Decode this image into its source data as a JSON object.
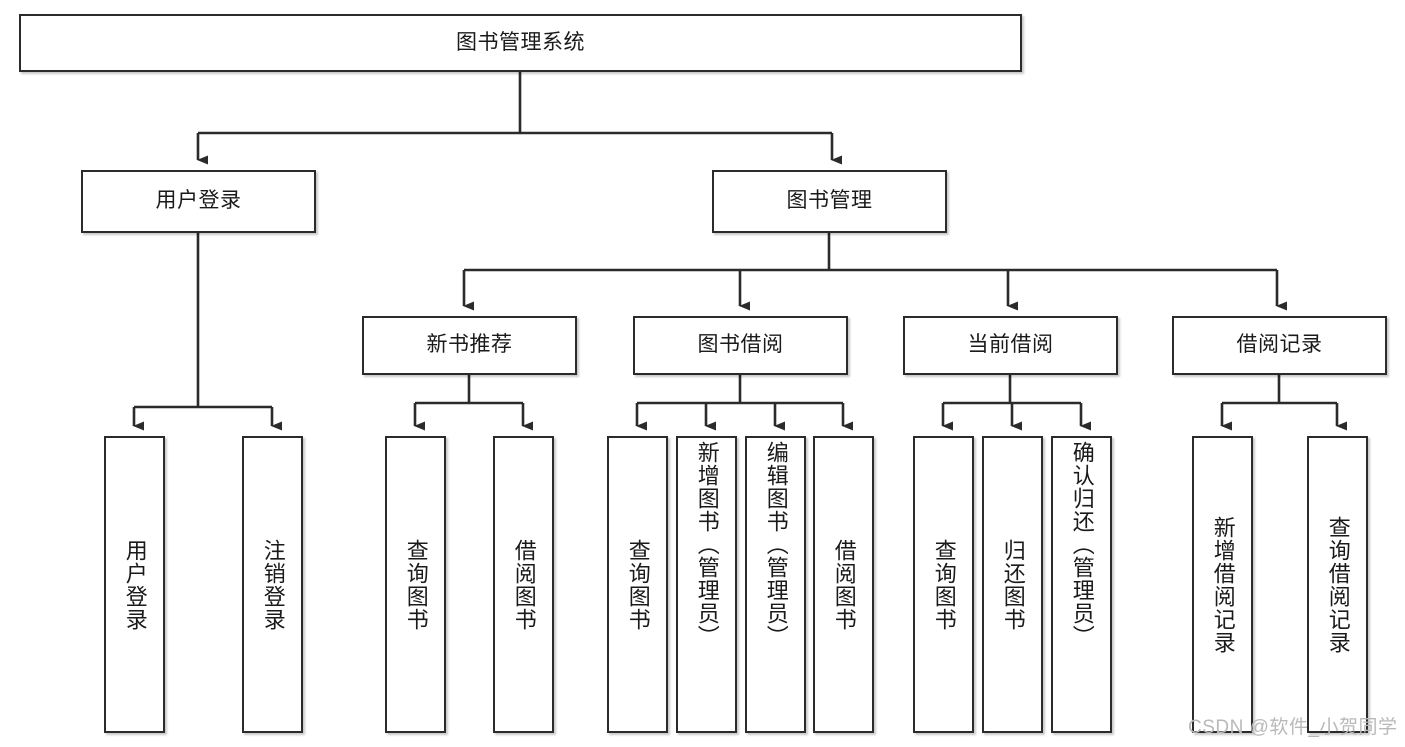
{
  "diagram": {
    "title": "图书管理系统",
    "type": "tree-hierarchy-functional-structure",
    "root": {
      "id": "root",
      "label": "图书管理系统"
    },
    "level2": [
      {
        "id": "user-login",
        "label": "用户登录"
      },
      {
        "id": "book-management",
        "label": "图书管理"
      }
    ],
    "level3": [
      {
        "id": "new-book-recommend",
        "label": "新书推荐",
        "parent": "book-management"
      },
      {
        "id": "book-borrow",
        "label": "图书借阅",
        "parent": "book-management"
      },
      {
        "id": "current-borrow",
        "label": "当前借阅",
        "parent": "book-management"
      },
      {
        "id": "borrow-record",
        "label": "借阅记录",
        "parent": "book-management"
      }
    ],
    "leaves": {
      "user_login": [
        {
          "id": "leaf-user-login",
          "label": "用户登录"
        },
        {
          "id": "leaf-logout-login",
          "label": "注销登录"
        }
      ],
      "new_book_recommend": [
        {
          "id": "leaf-query-book-1",
          "label": "查询图书"
        },
        {
          "id": "leaf-borrow-book-1",
          "label": "借阅图书"
        }
      ],
      "book_borrow": [
        {
          "id": "leaf-query-book-2",
          "label": "查询图书"
        },
        {
          "id": "leaf-add-book",
          "label": "新增图书（管理员）"
        },
        {
          "id": "leaf-edit-book",
          "label": "编辑图书（管理员）"
        },
        {
          "id": "leaf-borrow-book-2",
          "label": "借阅图书"
        }
      ],
      "current_borrow": [
        {
          "id": "leaf-query-book-3",
          "label": "查询图书"
        },
        {
          "id": "leaf-return-book",
          "label": "归还图书"
        },
        {
          "id": "leaf-confirm-return",
          "label": "确认归还（管理员）"
        }
      ],
      "borrow_record": [
        {
          "id": "leaf-add-record",
          "label": "新增借阅记录"
        },
        {
          "id": "leaf-query-record",
          "label": "查询借阅记录"
        }
      ]
    },
    "colors": {
      "stroke": "#2b2b2b",
      "fill": "#ffffff",
      "text": "#1a1a1a",
      "watermark": "#b9b9b9"
    }
  },
  "watermark": {
    "text": "CSDN @软件_小贺同学"
  }
}
